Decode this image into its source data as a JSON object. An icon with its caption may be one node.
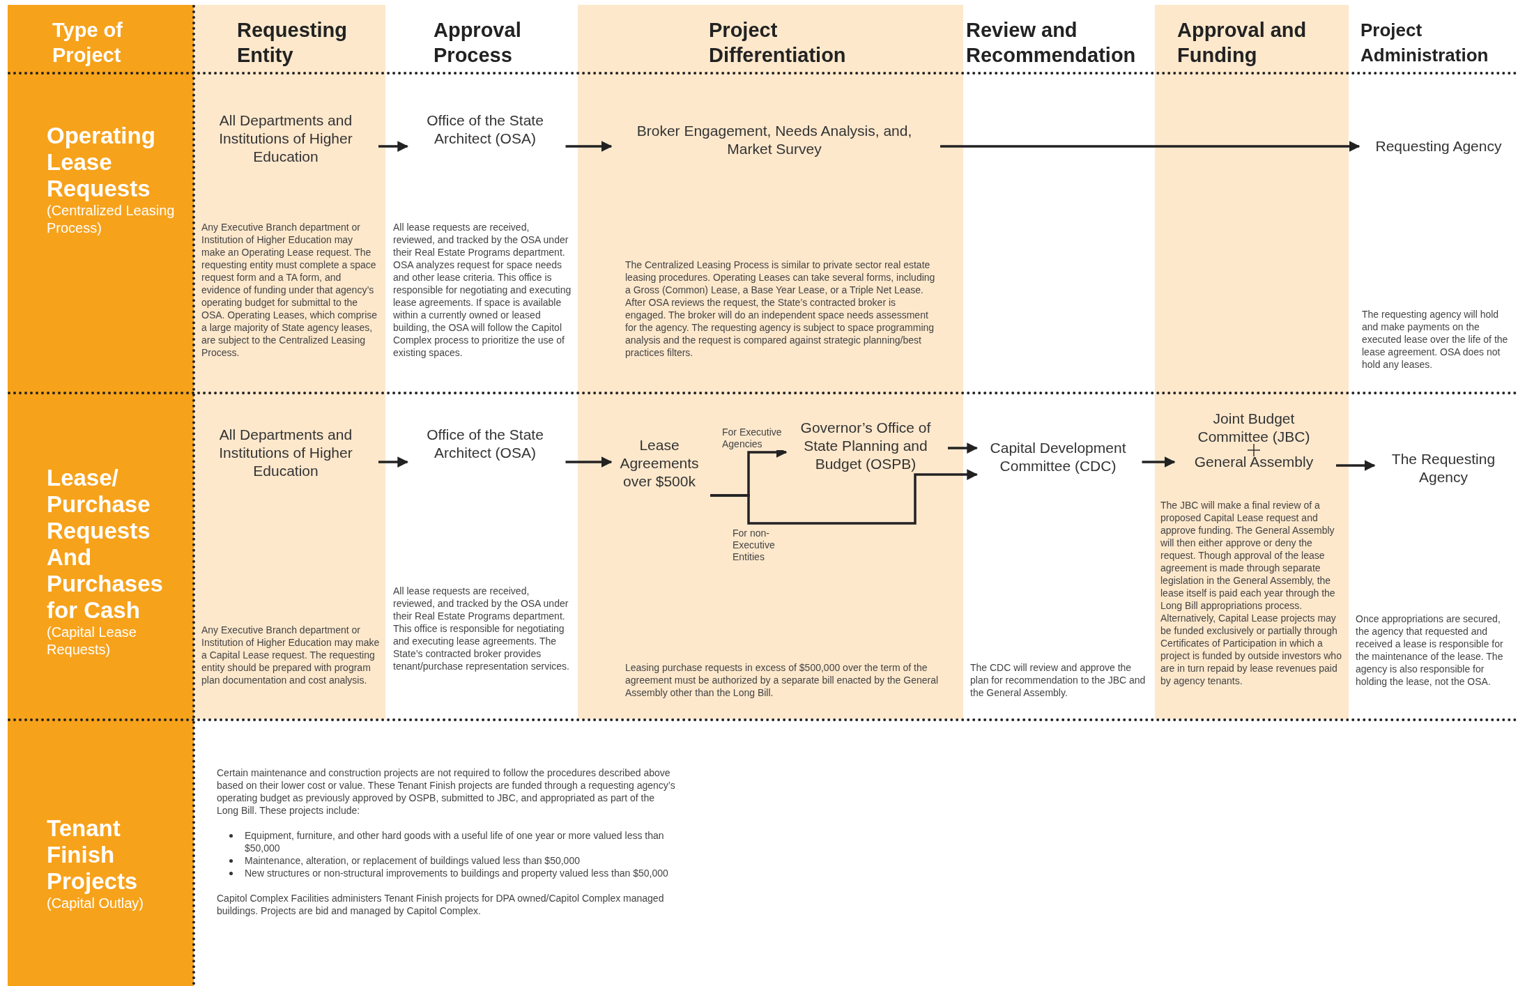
{
  "diagram": {
    "nodes": [
      {
        "text": [
          "All Departments and Institutions of Higher Education"
        ]
      },
      {
        "text": [
          "Office of the State Architect (OSA)"
        ]
      },
      {
        "text": [
          "Broker Engagement, Needs Analysis, and, Market Survey"
        ]
      },
      {
        "text": [
          "Requesting Agency"
        ]
      },
      {
        "text": [
          "All Departments and Institutions of Higher Education"
        ]
      },
      {
        "text": [
          "Office of the State Architect (OSA)"
        ]
      },
      {
        "text": [
          "Lease Agreements over $500k"
        ]
      },
      {
        "text": [
          "Governor’s Office of State Planning and Budget (OSPB)"
        ]
      },
      {
        "text": [
          "Capital Development Committee (CDC)"
        ]
      },
      {
        "text": [
          "Joint Budget Committee (JBC)",
          "General Assembly"
        ]
      },
      {
        "text": [
          "The Requesting Agency"
        ]
      }
    ],
    "edges": [
      {
        "from": 0,
        "to": 1,
        "arrow": "to"
      },
      {
        "from": 1,
        "to": 2,
        "arrow": "to"
      },
      {
        "from": 2,
        "to": 3,
        "arrow": "to"
      },
      {
        "from": 4,
        "to": 5,
        "arrow": "to"
      },
      {
        "from": 5,
        "to": 6,
        "arrow": "to"
      },
      {
        "from": 6,
        "to": 7,
        "arrow": "to",
        "label": "For Executive Agencies"
      },
      {
        "from": 6,
        "to": 8,
        "arrow": "to",
        "label": "For non-Executive Entities"
      },
      {
        "from": 7,
        "to": 8,
        "arrow": "to"
      },
      {
        "from": 8,
        "to": 9,
        "arrow": "to"
      },
      {
        "from": 9,
        "to": 10,
        "arrow": "to"
      }
    ],
    "labels": [
      "Type of Project",
      "Requesting Entity",
      "Approval Process",
      "Project Differentiation",
      "Review and Recommendation",
      "Approval and Funding",
      "Project Administration",
      "Operating Lease Requests",
      "(Centralized Leasing Process)",
      "Any Executive Branch department or Institution of Higher Education may make an Operating Lease request. The requesting entity must complete a space request form and a TA form, and evidence of funding under that agency’s operating budget for submittal to the OSA. Operating Leases, which comprise a large majority of State agency leases, are subject to the Centralized Leasing Process.",
      "All lease requests are received, reviewed, and tracked by the OSA under their Real Estate Programs department. OSA analyzes request for space needs and other lease criteria. This office is responsible for negotiating and executing lease agreements. If space is available within a currently owned or leased building, the OSA will follow the Capitol Complex process to prioritize the use of existing spaces.",
      "The Centralized Leasing Process is similar to private sector real estate leasing procedures. Operating Leases can take several forms, including a Gross (Common) Lease, a Base Year Lease, or a Triple Net Lease. After OSA reviews the request, the State’s contracted broker is engaged. The broker will do an independent space needs assessment for the agency. The requesting agency is subject to space programming analysis and the request is compared against strategic planning/best practices filters.",
      "The requesting agency will hold and make payments on the executed lease over the life of the lease agreement. OSA does not hold any leases.",
      "Lease/ Purchase Requests And Purchases for Cash",
      "(Capital Lease Requests)",
      "Any Executive Branch department or Institution of Higher Education may make a Capital Lease request. The requesting entity should be prepared with program plan documentation and cost analysis.",
      "All lease requests are received, reviewed, and tracked by the OSA under their Real Estate Programs department. This office is responsible for negotiating and executing lease agreements. The State’s contracted broker provides tenant/purchase representation services.",
      "Leasing purchase requests in excess of $500,000 over the term of the agreement must be authorized by a separate bill enacted by the General Assembly other than the Long Bill.",
      "The CDC will review and approve the plan for recommendation to the JBC and the General Assembly.",
      "The JBC will make a final review of a proposed Capital Lease request and approve funding. The General Assembly will then either approve or deny the request. Though approval of the lease agreement is made through separate legislation in the General Assembly, the lease itself is paid each year through the Long Bill appropriations process. Alternatively, Capital Lease projects may be funded exclusively or partially through Certificates of Participation in which a project is funded by outside investors who are in turn repaid by lease revenues paid by agency tenants.",
      "Once appropriations are secured, the agency that requested and received a lease is responsible for the maintenance of the lease. The agency is also responsible for holding the lease, not the OSA.",
      "Tenant Finish Projects",
      "(Capital Outlay)",
      "Certain maintenance and construction projects are not required to follow the procedures described above based on their lower cost or value. These Tenant Finish projects are funded through a requesting agency’s operating budget as previously approved by OSPB, submitted to JBC, and appropriated as part of the Long Bill. These projects include:",
      "Equipment, furniture, and other hard goods with a useful life of one year or more valued less than $50,000",
      "Maintenance, alteration, or replacement of buildings valued less than $50,000",
      "New structures or non-structural improvements to buildings and property valued less than $50,000",
      "Capitol Complex Facilities administers Tenant Finish projects for DPA owned/Capitol Complex managed buildings. Projects are bid and managed by Capitol Complex."
    ]
  }
}
